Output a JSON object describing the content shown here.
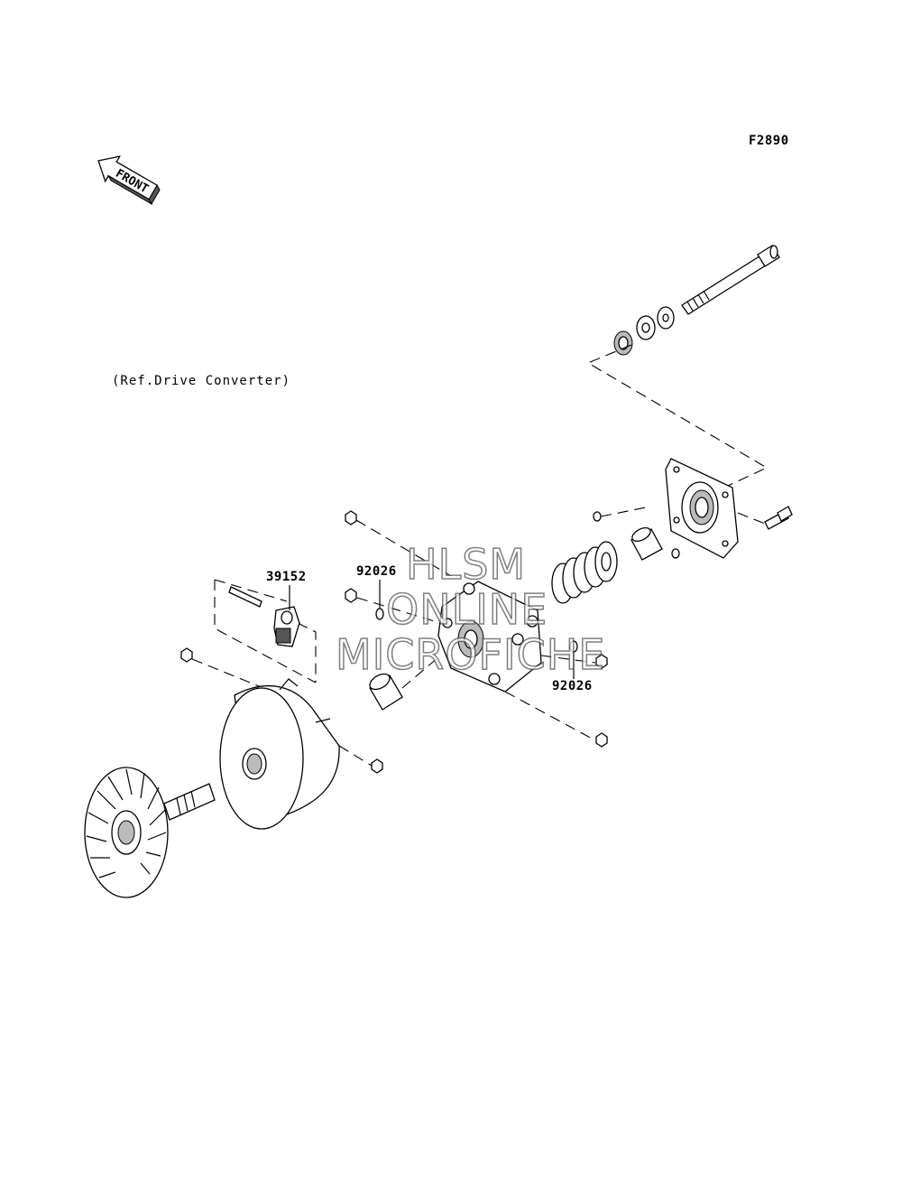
{
  "figure_id": "F2890",
  "reference_note": "(Ref.Drive Converter)",
  "front_label": "FRONT",
  "part_labels": {
    "weight_arm": "39152",
    "spacer_upper": "92026",
    "spacer_lower": "92026"
  },
  "watermark": {
    "line1": "HLSM",
    "line2": "ONLINE",
    "line3": "MICROFICHE"
  }
}
